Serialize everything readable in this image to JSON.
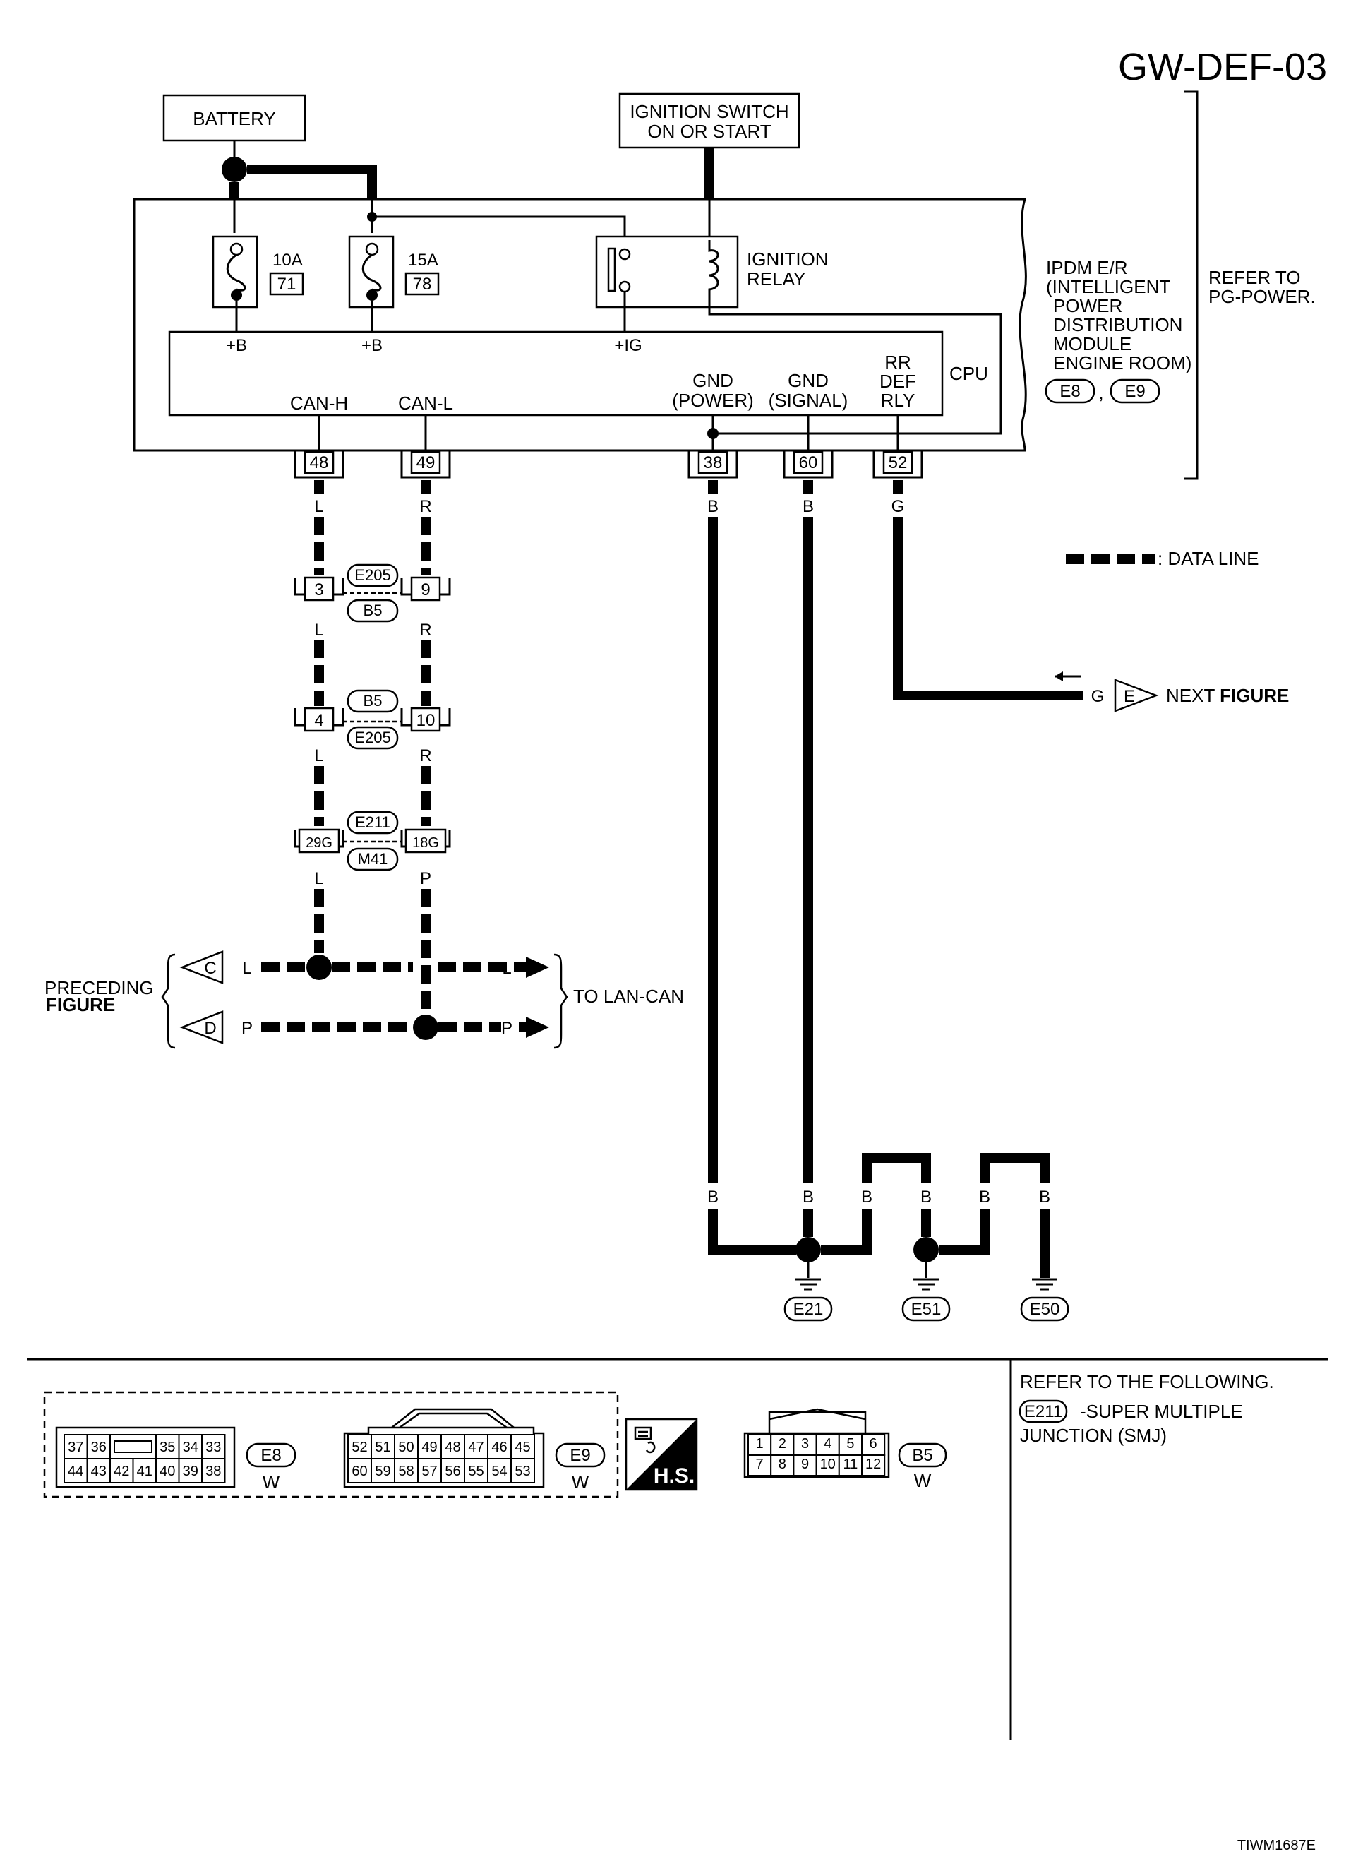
{
  "title": "GW-DEF-03",
  "footer_code": "TIWM1687E",
  "battery": "BATTERY",
  "ignition_switch": [
    "IGNITION SWITCH",
    "ON OR START"
  ],
  "ignition_relay": [
    "IGNITION",
    "RELAY"
  ],
  "fuses": [
    {
      "rating": "10A",
      "number": "71"
    },
    {
      "rating": "15A",
      "number": "78"
    }
  ],
  "module": {
    "name_lines": [
      "IPDM E/R",
      "(INTELLIGENT",
      "POWER",
      "DISTRIBUTION",
      "MODULE",
      "ENGINE ROOM)"
    ],
    "connectors": [
      "E8",
      "E9"
    ],
    "separator": ",",
    "refer": [
      "REFER TO",
      "PG-POWER."
    ],
    "cpu": "CPU"
  },
  "cpu_pins": {
    "b1": "+B",
    "b2": "+B",
    "ig": "+IG",
    "can_h": "CAN-H",
    "can_l": "CAN-L",
    "gnd_power": [
      "GND",
      "(POWER)"
    ],
    "gnd_signal": [
      "GND",
      "(SIGNAL)"
    ],
    "rr_def": [
      "RR",
      "DEF",
      "RLY"
    ]
  },
  "terminals": {
    "t48": "48",
    "t49": "49",
    "t38": "38",
    "t60": "60",
    "t52": "52"
  },
  "wire_colors": {
    "L": "L",
    "R": "R",
    "P": "P",
    "B": "B",
    "G": "G"
  },
  "joints": [
    {
      "left": "3",
      "right": "9",
      "top": "E205",
      "bottom": "B5"
    },
    {
      "left": "4",
      "right": "10",
      "top": "B5",
      "bottom": "E205"
    },
    {
      "left": "29G",
      "right": "18G",
      "top": "E211",
      "bottom": "M41"
    }
  ],
  "legend_data_line": ": DATA LINE",
  "next_figure": {
    "arrow_letter": "E",
    "wire": "G",
    "label": "NEXT",
    "label_bold": "FIGURE"
  },
  "preceding": {
    "line1": "PRECEDING",
    "line2": "FIGURE",
    "c": "C",
    "d": "D"
  },
  "to_lan_can": "TO LAN-CAN",
  "grounds": [
    "E21",
    "E51",
    "E50"
  ],
  "connector_e8": {
    "id": "E8",
    "color": "W",
    "top": [
      "37",
      "36",
      "",
      "35",
      "34",
      "33"
    ],
    "bottom": [
      "44",
      "43",
      "42",
      "41",
      "40",
      "39",
      "38"
    ]
  },
  "connector_e9": {
    "id": "E9",
    "color": "W",
    "top": [
      "52",
      "51",
      "50",
      "49",
      "48",
      "47",
      "46",
      "45"
    ],
    "bottom": [
      "60",
      "59",
      "58",
      "57",
      "56",
      "55",
      "54",
      "53"
    ]
  },
  "connector_b5": {
    "id": "B5",
    "color": "W",
    "top": [
      "1",
      "2",
      "3",
      "4",
      "5",
      "6"
    ],
    "bottom": [
      "7",
      "8",
      "9",
      "10",
      "11",
      "12"
    ]
  },
  "hs_label": "H.S.",
  "refer_following": "REFER TO THE FOLLOWING.",
  "smj": {
    "code": "E211",
    "text": [
      "-SUPER MULTIPLE",
      "JUNCTION (SMJ)"
    ]
  },
  "colors": {
    "line": "#000000",
    "background": "#ffffff"
  }
}
